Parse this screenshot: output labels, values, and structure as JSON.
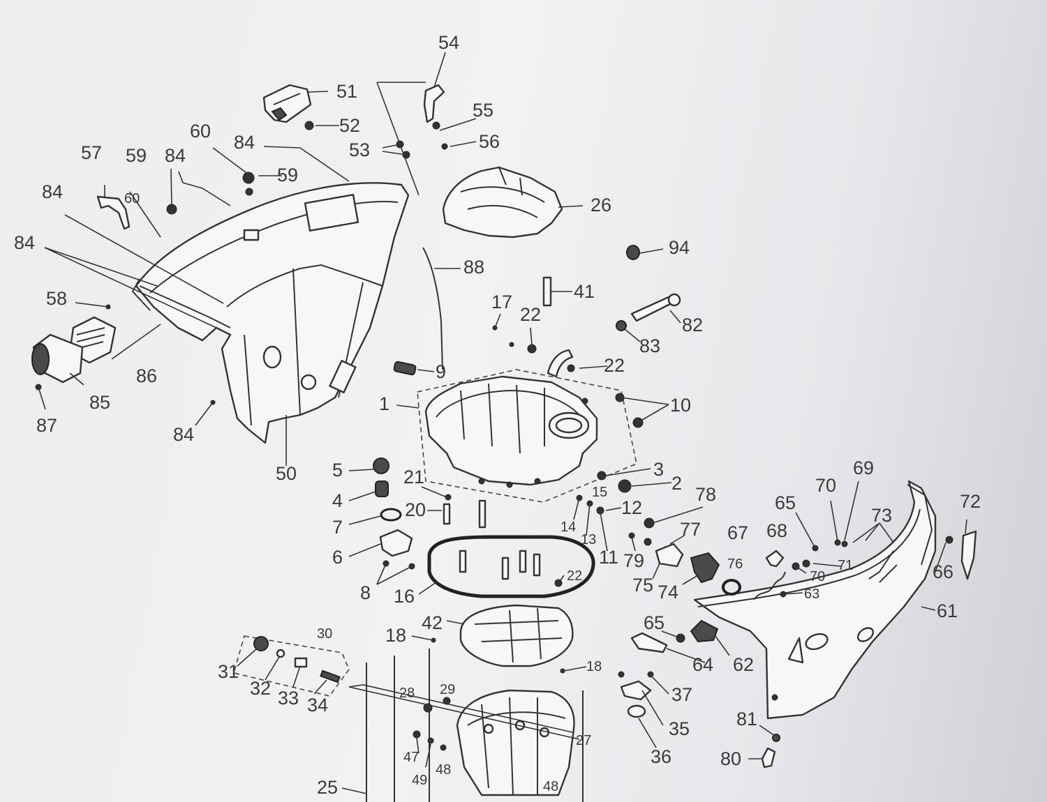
{
  "labels": [
    "54",
    "51",
    "55",
    "52",
    "56",
    "53",
    "60",
    "84",
    "57",
    "59",
    "84",
    "59",
    "26",
    "84",
    "60",
    "84",
    "94",
    "88",
    "41",
    "58",
    "17",
    "82",
    "22",
    "83",
    "86",
    "22",
    "9",
    "85",
    "10",
    "1",
    "87",
    "84",
    "50",
    "3",
    "5",
    "2",
    "21",
    "78",
    "69",
    "70",
    "15",
    "65",
    "72",
    "4",
    "20",
    "12",
    "73",
    "7",
    "14",
    "77",
    "67",
    "68",
    "13",
    "79",
    "76",
    "71",
    "6",
    "11",
    "75",
    "74",
    "70",
    "66",
    "8",
    "16",
    "22",
    "63",
    "61",
    "42",
    "65",
    "30",
    "18",
    "62",
    "64",
    "18",
    "31",
    "37",
    "32",
    "33",
    "28",
    "29",
    "34",
    "35",
    "81",
    "27",
    "36",
    "47",
    "80",
    "48",
    "49",
    "25",
    "48"
  ]
}
